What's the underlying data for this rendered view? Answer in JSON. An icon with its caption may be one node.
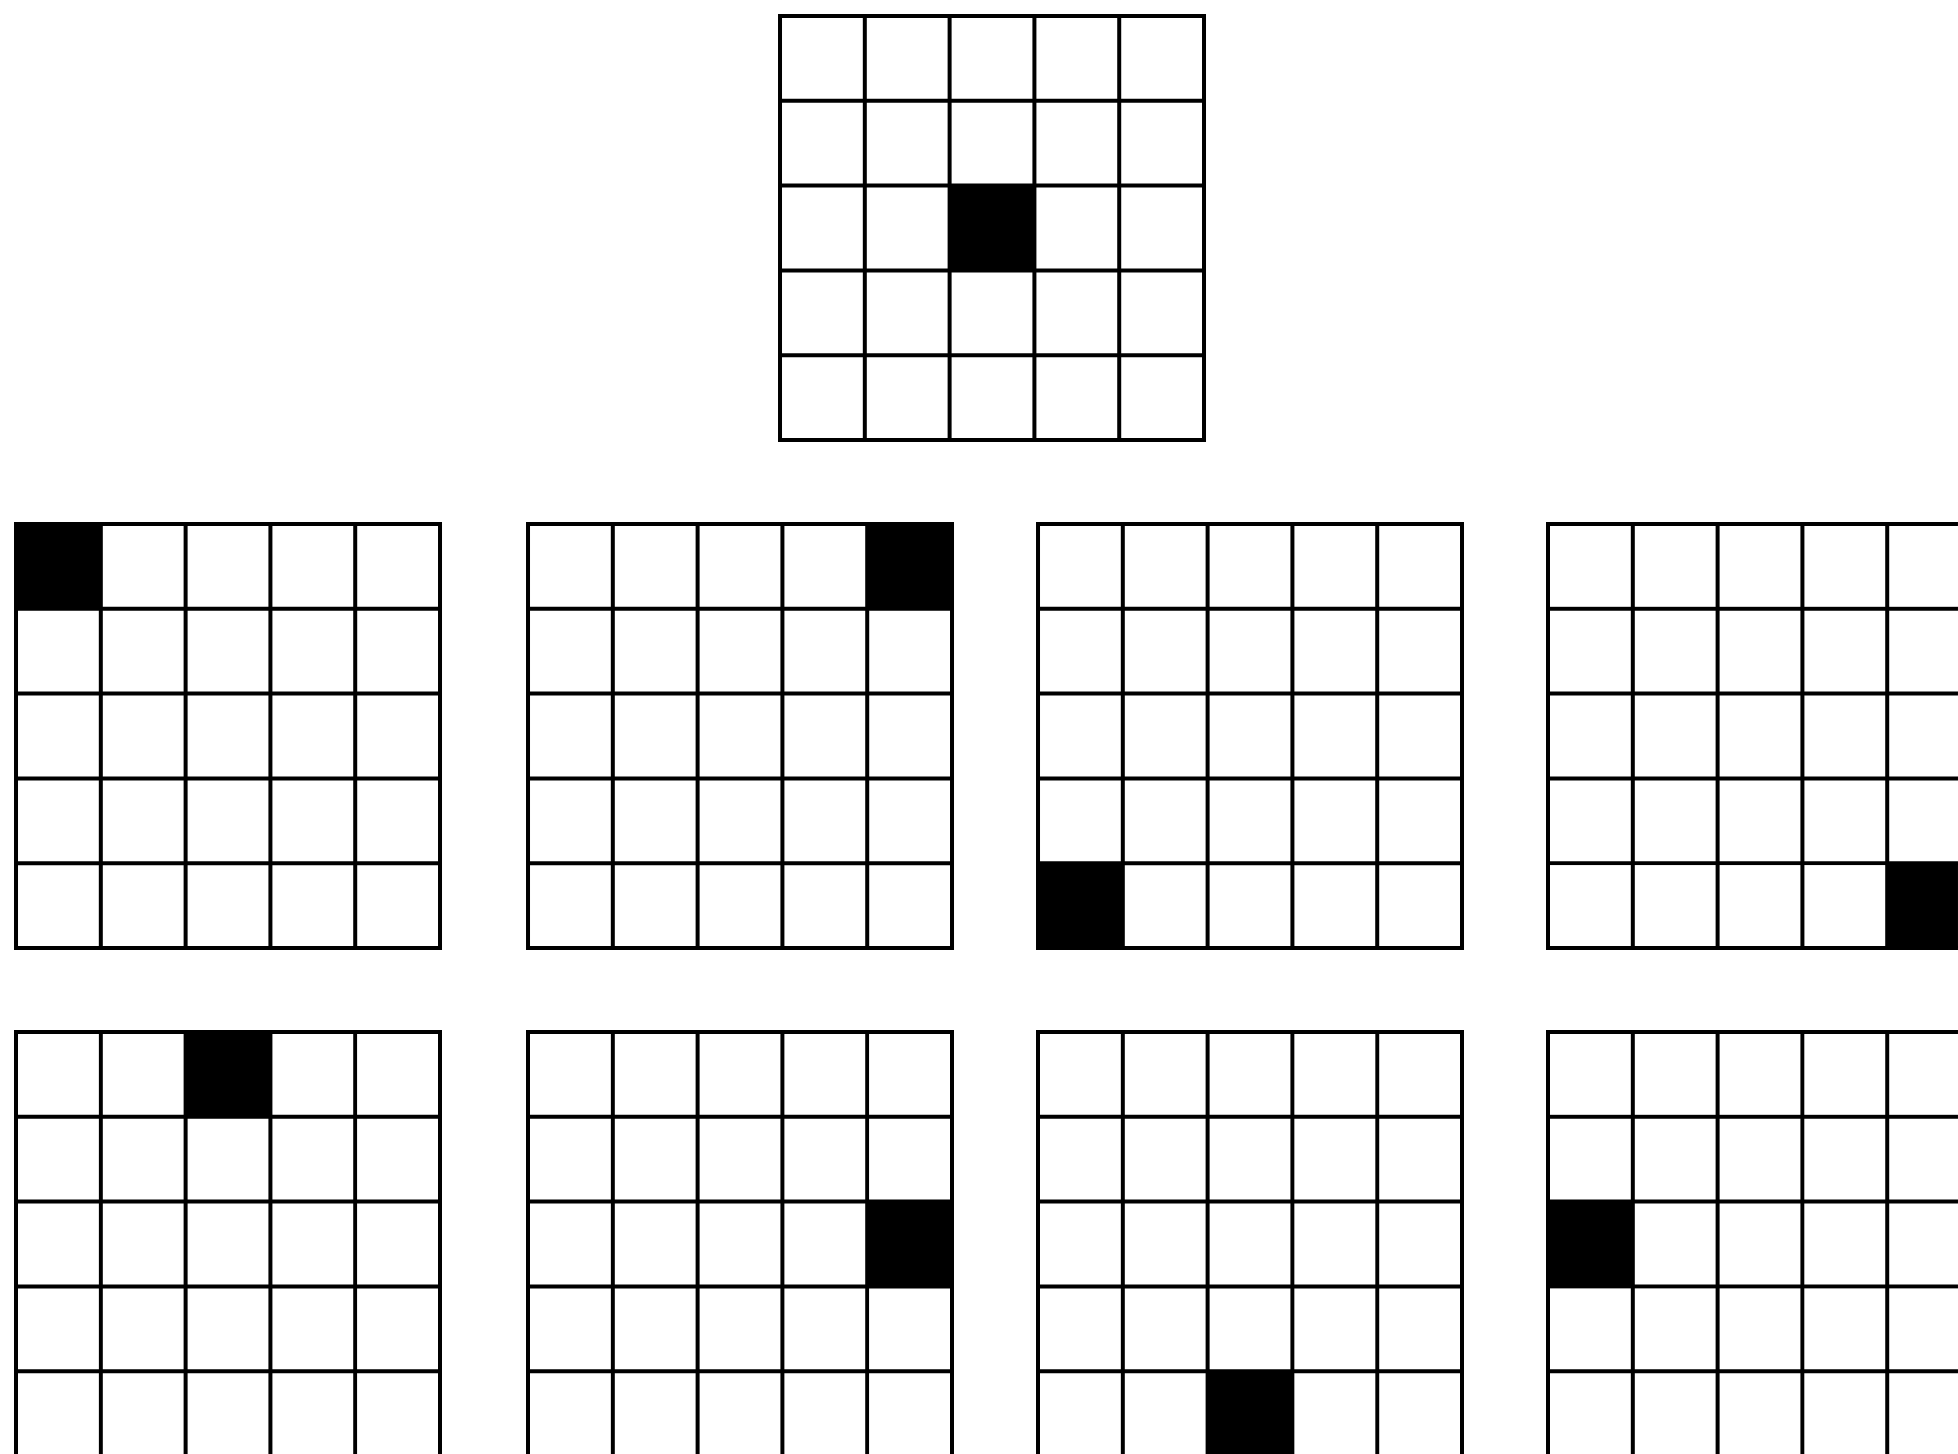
{
  "diagram": {
    "nodes": [
      {
        "text": [],
        "shape": "grid"
      },
      {
        "text": [],
        "shape": "grid"
      },
      {
        "text": [],
        "shape": "grid"
      },
      {
        "text": [],
        "shape": "grid"
      },
      {
        "text": [],
        "shape": "grid"
      },
      {
        "text": [],
        "shape": "grid"
      },
      {
        "text": [],
        "shape": "grid"
      },
      {
        "text": [],
        "shape": "grid"
      },
      {
        "text": [],
        "shape": "grid"
      }
    ]
  }
}
